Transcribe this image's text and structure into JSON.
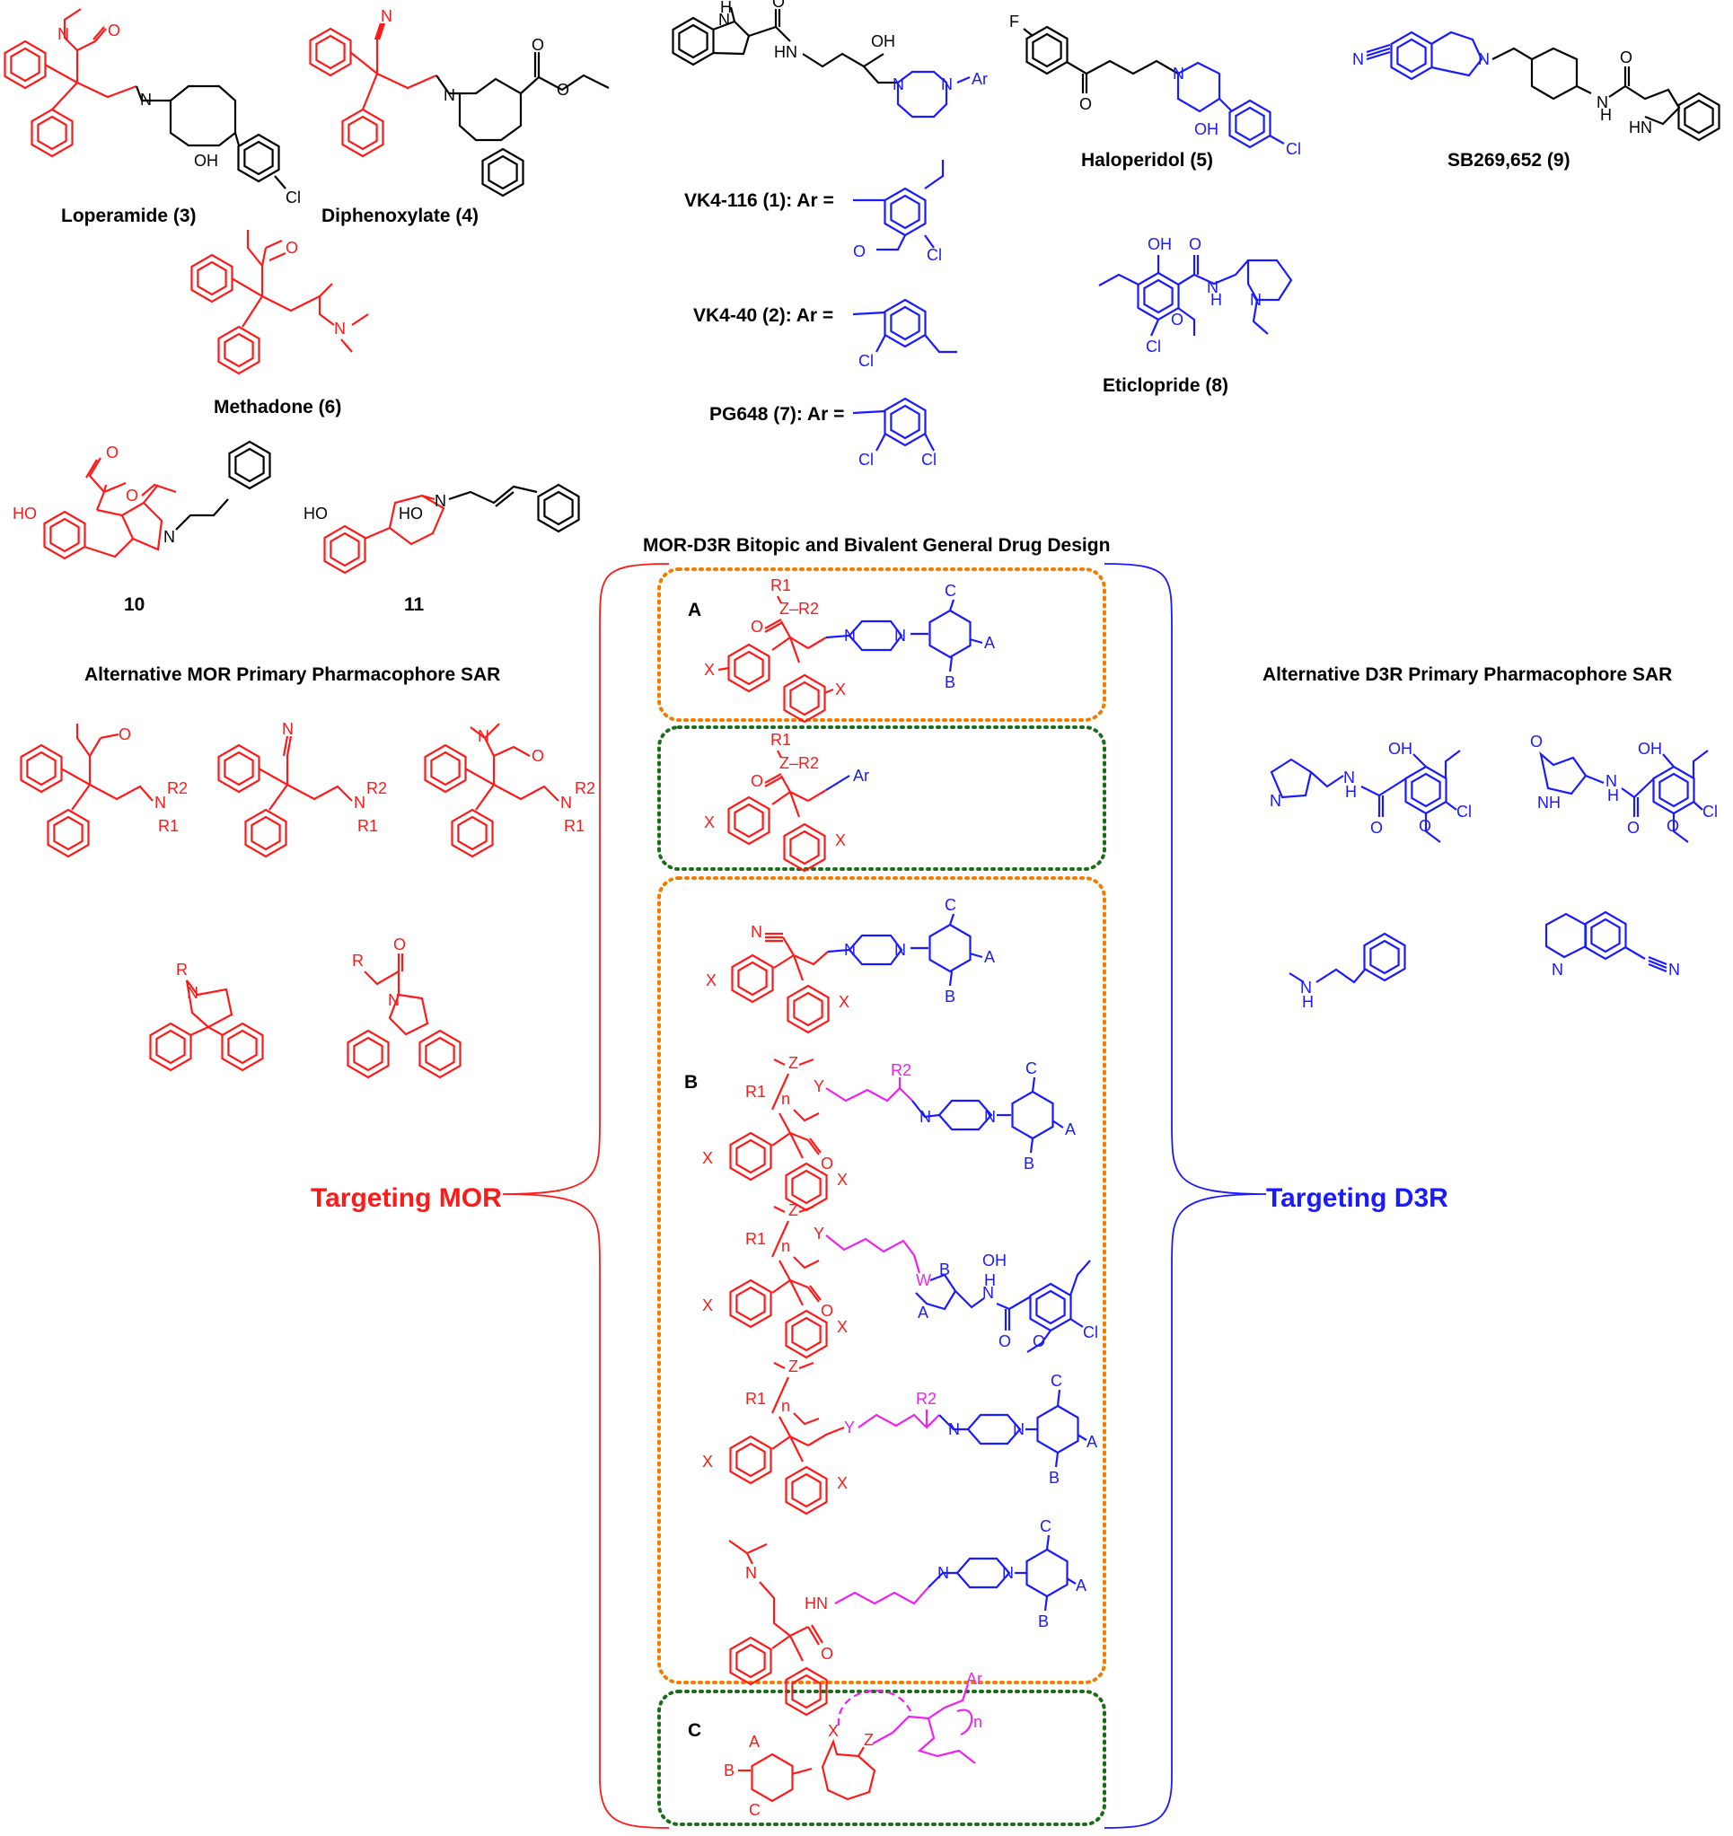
{
  "colors": {
    "mor": "#ff1a1a",
    "d3r": "#1a1aff",
    "linker": "#ee22ee",
    "box_orange": "#f07d00",
    "box_green": "#1a6e1a",
    "text": "#000000"
  },
  "compounds": {
    "loperamide": "Loperamide (3)",
    "diphenoxylate": "Diphenoxylate (4)",
    "methadone": "Methadone (6)",
    "c10": "10",
    "c11": "11",
    "vk4_116": "VK4-116 (1): Ar =",
    "vk4_40": "VK4-40 (2): Ar =",
    "pg648": "PG648 (7): Ar =",
    "haloperidol": "Haloperidol (5)",
    "eticlopride": "Eticlopride (8)",
    "sb269652": "SB269,652 (9)"
  },
  "headings": {
    "design": "MOR-D3R Bitopic and Bivalent General Drug Design",
    "mor_sar": "Alternative MOR Primary Pharmacophore SAR",
    "d3r_sar": "Alternative D3R Primary Pharmacophore SAR",
    "targeting_mor": "Targeting MOR",
    "targeting_d3r": "Targeting D3R"
  },
  "panels": {
    "a": "A",
    "b": "B",
    "c": "C"
  },
  "atoms": {
    "N": "N",
    "O": "O",
    "OH": "OH",
    "HO": "HO",
    "Cl": "Cl",
    "F": "F",
    "H": "H",
    "HN": "HN",
    "NH": "NH",
    "Ar": "Ar",
    "X": "X",
    "Y": "Y",
    "Z": "Z",
    "W": "W",
    "R": "R",
    "A": "A",
    "B": "B",
    "C": "C",
    "n": "n",
    "R1": "R1",
    "R2": "R2",
    "ZR2": "Z–R2"
  }
}
